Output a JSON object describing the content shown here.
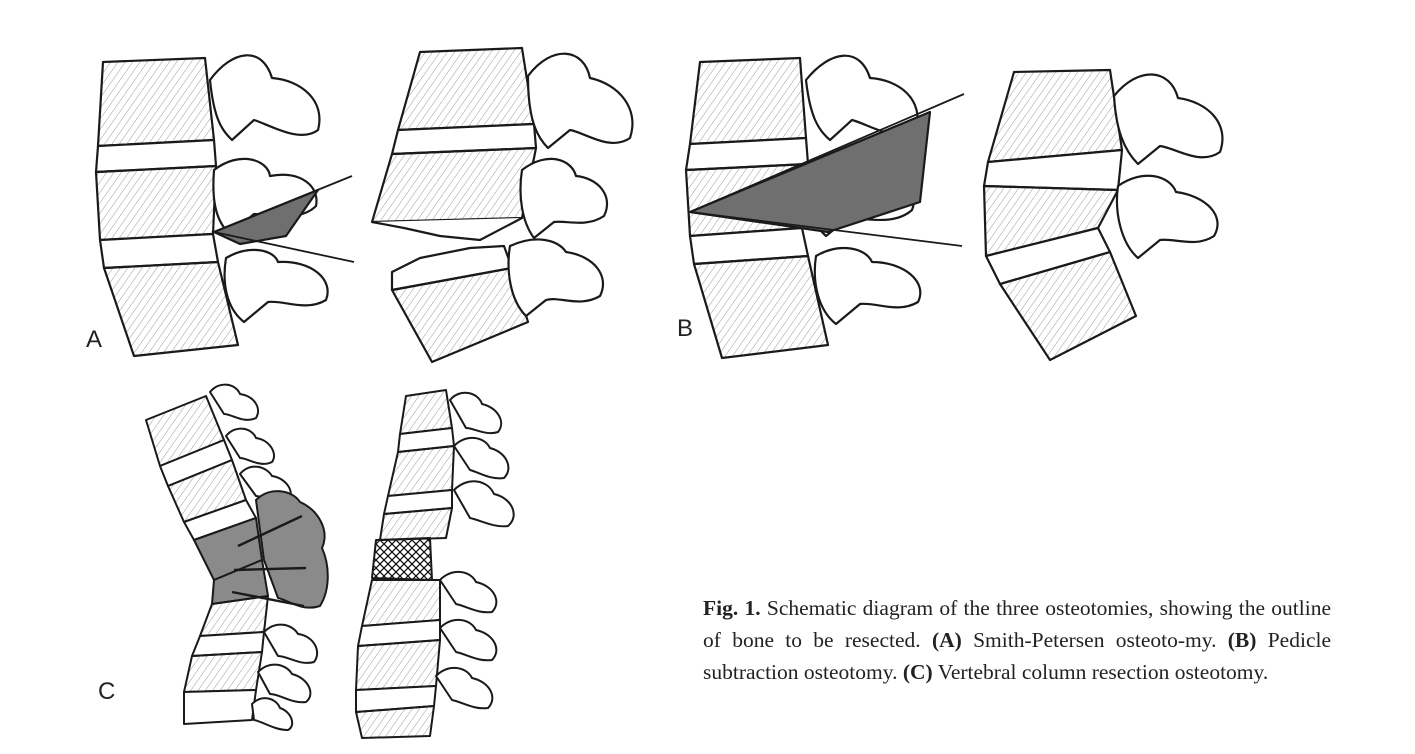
{
  "panels": {
    "a": "A",
    "b": "B",
    "c": "C"
  },
  "caption": {
    "fig_label": "Fig. 1.",
    "intro": " Schematic diagram of the three osteotomies, showing the outline of bone to be resected. ",
    "a_label": "(A)",
    "a_text": " Smith-Petersen osteoto-my. ",
    "b_label": "(B)",
    "b_text": " Pedicle subtraction osteotomy. ",
    "c_label": "(C)",
    "c_text": " Vertebral column resection osteotomy."
  }
}
